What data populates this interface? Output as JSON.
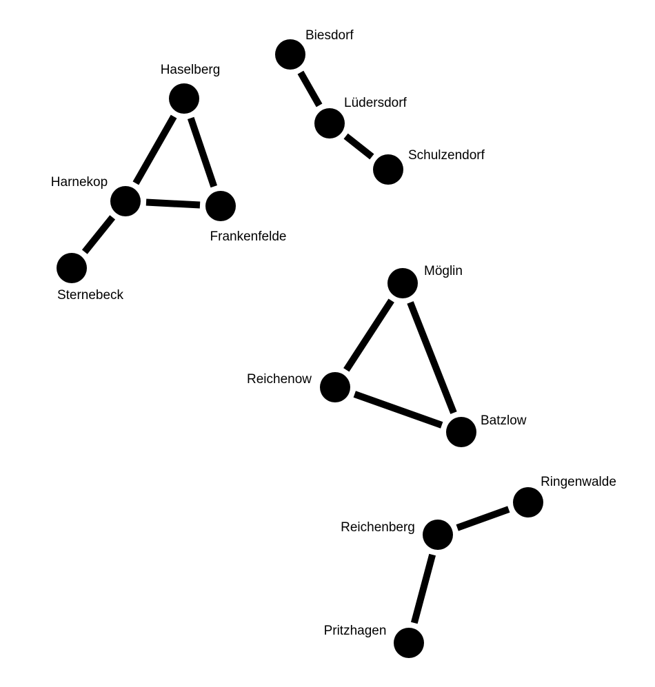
{
  "nodes": [
    {
      "id": "biesdorf",
      "label": "Biesdorf"
    },
    {
      "id": "luedersdorf",
      "label": "Lüdersdorf"
    },
    {
      "id": "schulzendorf",
      "label": "Schulzendorf"
    },
    {
      "id": "haselberg",
      "label": "Haselberg"
    },
    {
      "id": "harnekop",
      "label": "Harnekop"
    },
    {
      "id": "frankenfelde",
      "label": "Frankenfelde"
    },
    {
      "id": "sternebeck",
      "label": "Sternebeck"
    },
    {
      "id": "moeglin",
      "label": "Möglin"
    },
    {
      "id": "reichenow",
      "label": "Reichenow"
    },
    {
      "id": "batzlow",
      "label": "Batzlow"
    },
    {
      "id": "ringenwalde",
      "label": "Ringenwalde"
    },
    {
      "id": "reichenberg",
      "label": "Reichenberg"
    },
    {
      "id": "pritzhagen",
      "label": "Pritzhagen"
    }
  ],
  "edges": [
    [
      "biesdorf",
      "luedersdorf"
    ],
    [
      "luedersdorf",
      "schulzendorf"
    ],
    [
      "haselberg",
      "harnekop"
    ],
    [
      "haselberg",
      "frankenfelde"
    ],
    [
      "harnekop",
      "frankenfelde"
    ],
    [
      "harnekop",
      "sternebeck"
    ],
    [
      "moeglin",
      "reichenow"
    ],
    [
      "moeglin",
      "batzlow"
    ],
    [
      "reichenow",
      "batzlow"
    ],
    [
      "reichenberg",
      "ringenwalde"
    ],
    [
      "reichenberg",
      "pritzhagen"
    ]
  ],
  "colors": {
    "node": "#000000",
    "edge": "#000000",
    "background": "#ffffff"
  }
}
